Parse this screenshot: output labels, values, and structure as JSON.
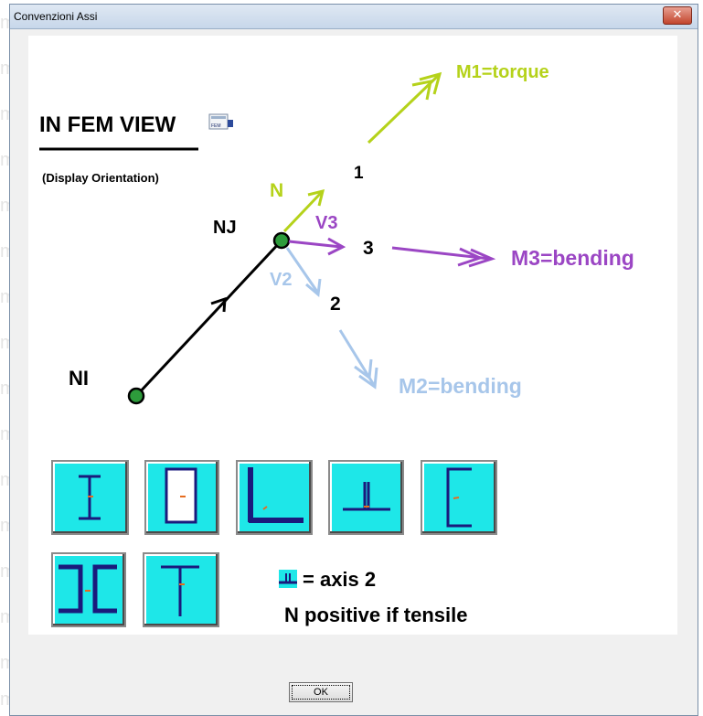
{
  "window": {
    "title": "Convenzioni Assi",
    "close_glyph": "✕"
  },
  "background_letter": "m",
  "heading": {
    "title": "IN FEM VIEW",
    "subtitle": "(Display Orientation)",
    "fem_icon_text": "FEM"
  },
  "nodes": {
    "ni": "NI",
    "nj": "NJ"
  },
  "axes": {
    "axis1": "1",
    "axis2": "2",
    "axis3": "3",
    "n": "N",
    "v2": "V2",
    "v3": "V3",
    "m1": "M1=torque",
    "m2": "M2=bending",
    "m3": "M3=bending"
  },
  "legend": {
    "axis_text": "= axis 2",
    "note": "N positive if tensile"
  },
  "sections": [
    {
      "name": "I-section",
      "icon": "i-beam-icon"
    },
    {
      "name": "rectangular-tube",
      "icon": "rect-tube-icon"
    },
    {
      "name": "angle",
      "icon": "angle-icon"
    },
    {
      "name": "double-angle",
      "icon": "double-angle-icon"
    },
    {
      "name": "channel",
      "icon": "channel-icon"
    },
    {
      "name": "double-channel",
      "icon": "double-channel-icon"
    },
    {
      "name": "t-section",
      "icon": "t-section-icon"
    }
  ],
  "buttons": {
    "ok": "OK"
  },
  "colors": {
    "n_m1": "#b5d21a",
    "v3_m3": "#9b46c4",
    "v2_m2": "#a7c6ea",
    "node": "#2d9b3b",
    "section_bg": "#1ee7e8",
    "section_line": "#1a1a7c"
  }
}
